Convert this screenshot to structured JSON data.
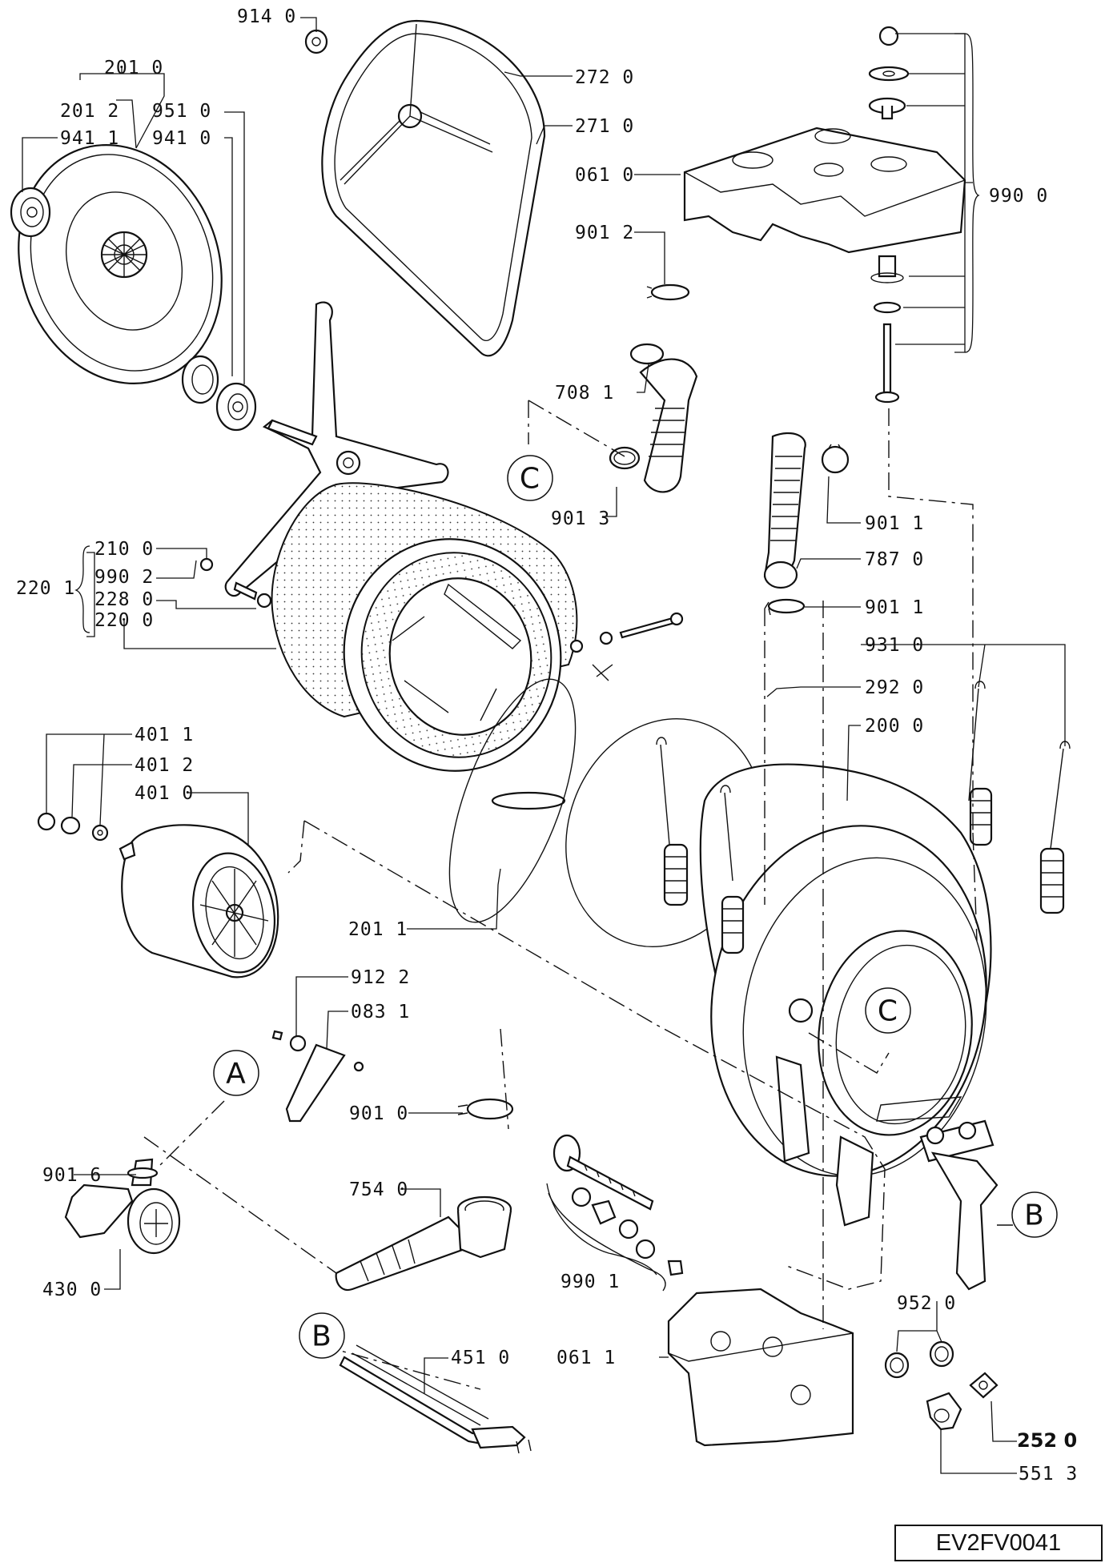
{
  "drawing_code": "EV2FV0041",
  "markers": {
    "A": "A",
    "B1": "B",
    "B2": "B",
    "C1": "C",
    "C2": "C"
  },
  "labels": {
    "l9140": "914 0",
    "l2010": "201 0",
    "l2012": "201 2",
    "l9510": "951 0",
    "l9411": "941 1",
    "l9410": "941 0",
    "l2720": "272 0",
    "l2710": "271 0",
    "l0610": "061 0",
    "l9012": "901 2",
    "l9900": "990 0",
    "l7081": "708 1",
    "l9013": "901 3",
    "l9011a": "901 1",
    "l7870": "787 0",
    "l9011b": "901 1",
    "l2100": "210 0",
    "l9902": "990 2",
    "l2280": "228 0",
    "l2200": "220 0",
    "l2201": "220 1",
    "l9310": "931 0",
    "l2920": "292 0",
    "l2000": "200 0",
    "l4011": "401 1",
    "l4012": "401 2",
    "l4010": "401 0",
    "l2011": "201 1",
    "l9122": "912 2",
    "l0831": "083 1",
    "l9010": "901 0",
    "l9016": "901 6",
    "l4300": "430 0",
    "l7540": "754 0",
    "l9901": "990 1",
    "l9520": "952 0",
    "l0611": "061 1",
    "l4510": "451 0",
    "l2520": "252 0",
    "l5513": "551 3"
  }
}
